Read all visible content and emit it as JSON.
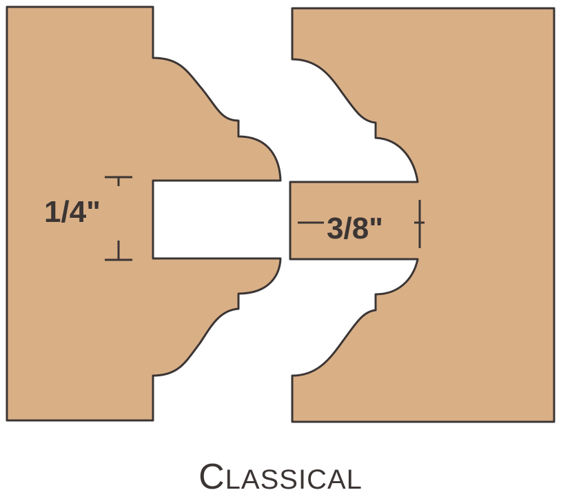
{
  "colors": {
    "wood": "#d9af86",
    "outline": "#3b3534",
    "background": "#ffffff"
  },
  "labels": {
    "left_dimension": "1/4\"",
    "right_dimension": "3/8\"",
    "caption_first": "C",
    "caption_rest": "lassical"
  }
}
